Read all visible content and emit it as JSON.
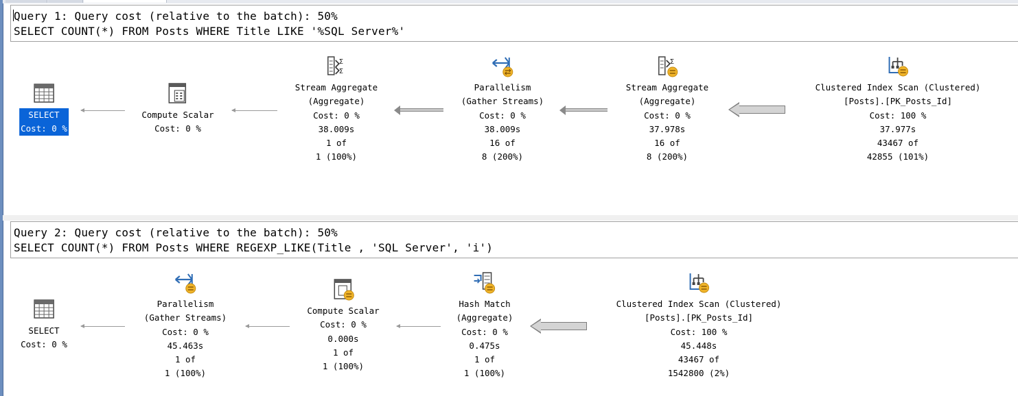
{
  "queries": [
    {
      "header_line1": "Query 1: Query cost (relative to the batch): 50%",
      "header_line2": "SELECT COUNT(*) FROM Posts WHERE Title LIKE '%SQL Server%'",
      "nodes": [
        {
          "icon": "select-icon",
          "lines": [
            "SELECT",
            "Cost: 0 %"
          ],
          "selected": true
        },
        {
          "icon": "compute-scalar-icon",
          "lines": [
            "Compute Scalar",
            "Cost: 0 %"
          ]
        },
        {
          "icon": "stream-aggregate-icon",
          "lines": [
            "Stream Aggregate",
            "(Aggregate)",
            "Cost: 0 %",
            "38.009s",
            "1 of",
            "1 (100%)"
          ]
        },
        {
          "icon": "parallelism-icon",
          "lines": [
            "Parallelism",
            "(Gather Streams)",
            "Cost: 0 %",
            "38.009s",
            "16 of",
            "8 (200%)"
          ]
        },
        {
          "icon": "stream-aggregate-parallel-icon",
          "lines": [
            "Stream Aggregate",
            "(Aggregate)",
            "Cost: 0 %",
            "37.978s",
            "16 of",
            "8 (200%)"
          ]
        },
        {
          "icon": "clustered-index-scan-icon",
          "lines": [
            "Clustered Index Scan (Clustered)",
            "[Posts].[PK_Posts_Id]",
            "Cost: 100 %",
            "37.977s",
            "43467 of",
            "42855 (101%)"
          ]
        }
      ]
    },
    {
      "header_line1": "Query 2: Query cost (relative to the batch): 50%",
      "header_line2": "SELECT COUNT(*) FROM Posts WHERE REGEXP_LIKE(Title , 'SQL Server', 'i')",
      "nodes": [
        {
          "icon": "select-icon",
          "lines": [
            "SELECT",
            "Cost: 0 %"
          ]
        },
        {
          "icon": "parallelism-icon",
          "lines": [
            "Parallelism",
            "(Gather Streams)",
            "Cost: 0 %",
            "45.463s",
            "1 of",
            "1 (100%)"
          ]
        },
        {
          "icon": "compute-scalar-parallel-icon",
          "lines": [
            "Compute Scalar",
            "Cost: 0 %",
            "0.000s",
            "1 of",
            "1 (100%)"
          ]
        },
        {
          "icon": "hash-match-icon",
          "lines": [
            "Hash Match",
            "(Aggregate)",
            "Cost: 0 %",
            "0.475s",
            "1 of",
            "1 (100%)"
          ]
        },
        {
          "icon": "clustered-index-scan-icon",
          "lines": [
            "Clustered Index Scan (Clustered)",
            "[Posts].[PK_Posts_Id]",
            "Cost: 100 %",
            "45.448s",
            "43467 of",
            "1542800 (2%)"
          ]
        }
      ]
    }
  ],
  "colors": {
    "selection": "#0a64d8",
    "parallel_badge": "#f0b429",
    "icon_blue": "#2f6db5",
    "frame": "#a0a0a0"
  }
}
